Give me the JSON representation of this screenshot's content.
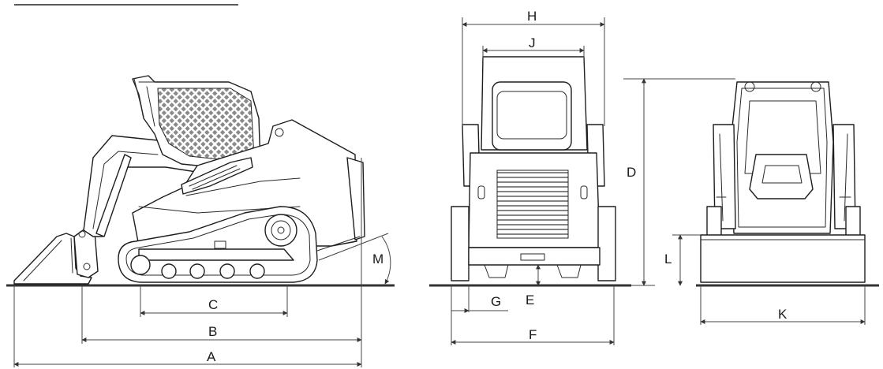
{
  "labels": {
    "A": "A",
    "B": "B",
    "C": "C",
    "D": "D",
    "E": "E",
    "F": "F",
    "G": "G",
    "H": "H",
    "J": "J",
    "K": "K",
    "L": "L",
    "M": "M"
  }
}
